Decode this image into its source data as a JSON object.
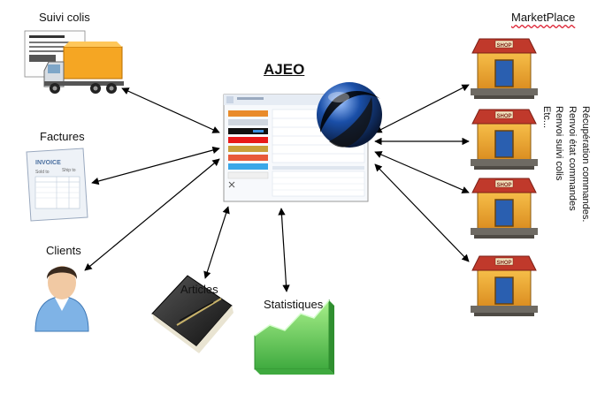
{
  "center": {
    "title": "AJEO"
  },
  "nodes": {
    "suivi_colis": "Suivi colis",
    "factures": "Factures",
    "clients": "Clients",
    "articles": "Articles",
    "statistiques": "Statistiques",
    "marketplace": "MarketPlace"
  },
  "invoice": {
    "title": "INVOICE",
    "sold_to": "Sold to",
    "ship_to": "Ship to"
  },
  "shop_sign": "SHOP",
  "marketplace_notes": [
    "Récupération commandes.",
    "Renvoi état commandes",
    "Renvoi suivi colis",
    "Etc..."
  ],
  "colors": {
    "truck": "#f5a623",
    "shop_roof": "#c0392b",
    "chart": "#5cc65c",
    "sphere": "#1a4fa8"
  }
}
